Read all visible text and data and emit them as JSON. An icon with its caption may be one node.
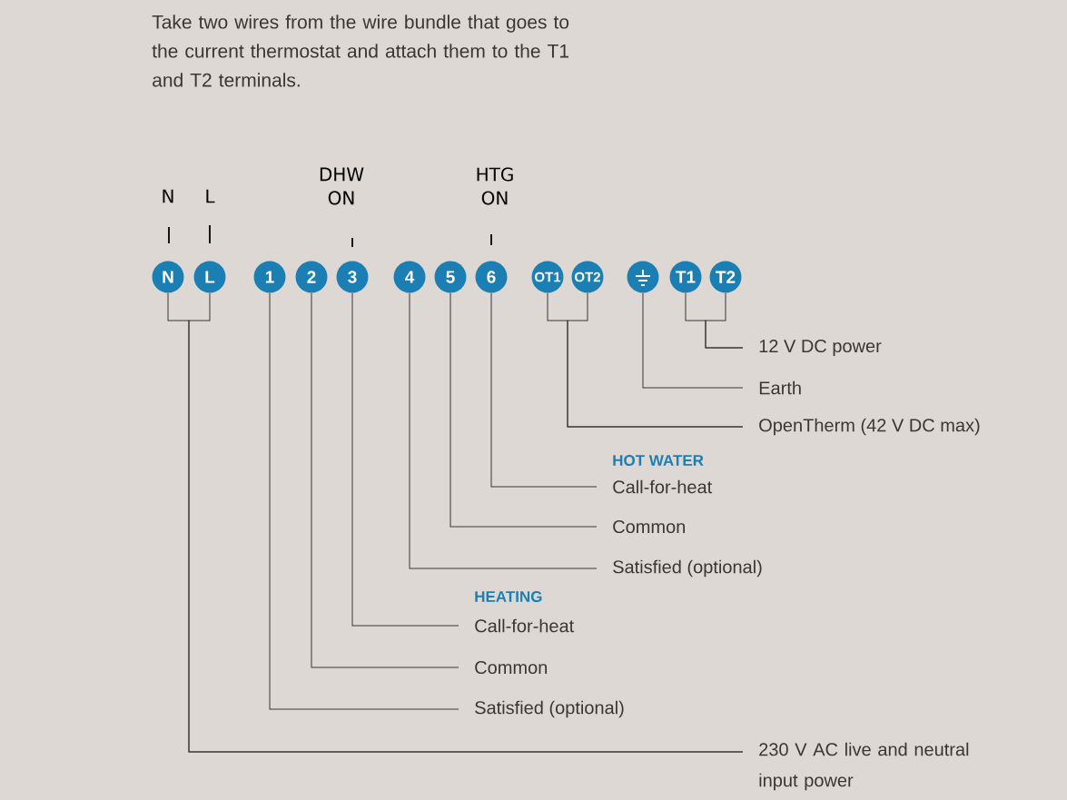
{
  "diagram": {
    "nodes": [
      {
        "text": [
          "N"
        ]
      },
      {
        "text": [
          "L"
        ]
      },
      {
        "text": [
          "1"
        ]
      },
      {
        "text": [
          "2"
        ]
      },
      {
        "text": [
          "3"
        ]
      },
      {
        "text": [
          "4"
        ]
      },
      {
        "text": [
          "5"
        ]
      },
      {
        "text": [
          "6"
        ]
      },
      {
        "text": [
          "OT1"
        ]
      },
      {
        "text": [
          "OT2"
        ]
      },
      {
        "text": [],
        "shape": "circle"
      },
      {
        "text": [
          "T1"
        ]
      },
      {
        "text": [
          "T2"
        ]
      },
      {
        "text": [
          "12 V DC power"
        ]
      },
      {
        "text": [
          "Earth"
        ]
      },
      {
        "text": [
          "OpenTherm (42 V DC max)"
        ]
      },
      {
        "text": [
          "Call-for-heat"
        ]
      },
      {
        "text": [
          "Common"
        ]
      },
      {
        "text": [
          "Satisfied (optional)"
        ]
      },
      {
        "text": [
          "Call-for-heat"
        ]
      },
      {
        "text": [
          "Common"
        ]
      },
      {
        "text": [
          "Satisfied (optional)"
        ]
      },
      {
        "text": [
          "230 V AC live and neutral input power"
        ]
      }
    ],
    "edges": [
      {
        "from": 0,
        "to": 22,
        "arrow": "none"
      },
      {
        "from": 1,
        "to": 22,
        "arrow": "none"
      },
      {
        "from": 2,
        "to": 21,
        "arrow": "none"
      },
      {
        "from": 3,
        "to": 20,
        "arrow": "none"
      },
      {
        "from": 4,
        "to": 19,
        "arrow": "none"
      },
      {
        "from": 5,
        "to": 18,
        "arrow": "none"
      },
      {
        "from": 6,
        "to": 17,
        "arrow": "none"
      },
      {
        "from": 7,
        "to": 16,
        "arrow": "none"
      },
      {
        "from": 8,
        "to": 15,
        "arrow": "none"
      },
      {
        "from": 9,
        "to": 15,
        "arrow": "none"
      },
      {
        "from": 10,
        "to": 14,
        "arrow": "none"
      },
      {
        "from": 11,
        "to": 13,
        "arrow": "none"
      },
      {
        "from": 12,
        "to": 13,
        "arrow": "none"
      }
    ],
    "labels": [
      "Take two wires from the wire bundle that goes to the current thermostat and attach them to the T1 and T2 terminals.",
      "N",
      "L",
      "DHW ON",
      "HTG ON",
      "HOT WATER",
      "HEATING"
    ]
  }
}
